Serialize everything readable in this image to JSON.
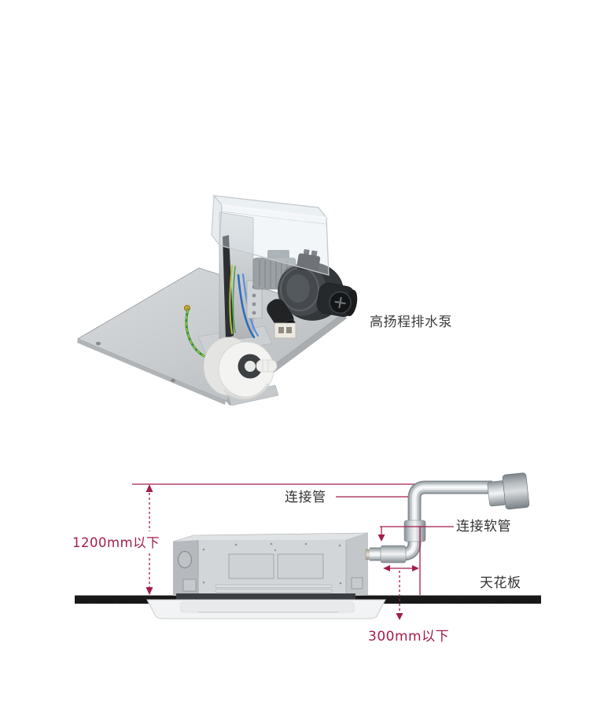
{
  "page": {
    "background": "#ffffff"
  },
  "colors": {
    "dimension_lines": "#a41d4d",
    "label_text": "#333333",
    "pipe_metal": "#c8cdd0",
    "unit_body": "#cdd1d4",
    "ceiling_texture": "#a3a3a3"
  },
  "photo": {
    "caption": "高扬程排水泵",
    "subject": "drain-pump-assembly-photo"
  },
  "diagram": {
    "pipe_label": "连接管",
    "hose_label": "连接软管",
    "ceiling_label": "天花板",
    "height_dimension": "1200mm以下",
    "offset_dimension": "300mm以下"
  }
}
